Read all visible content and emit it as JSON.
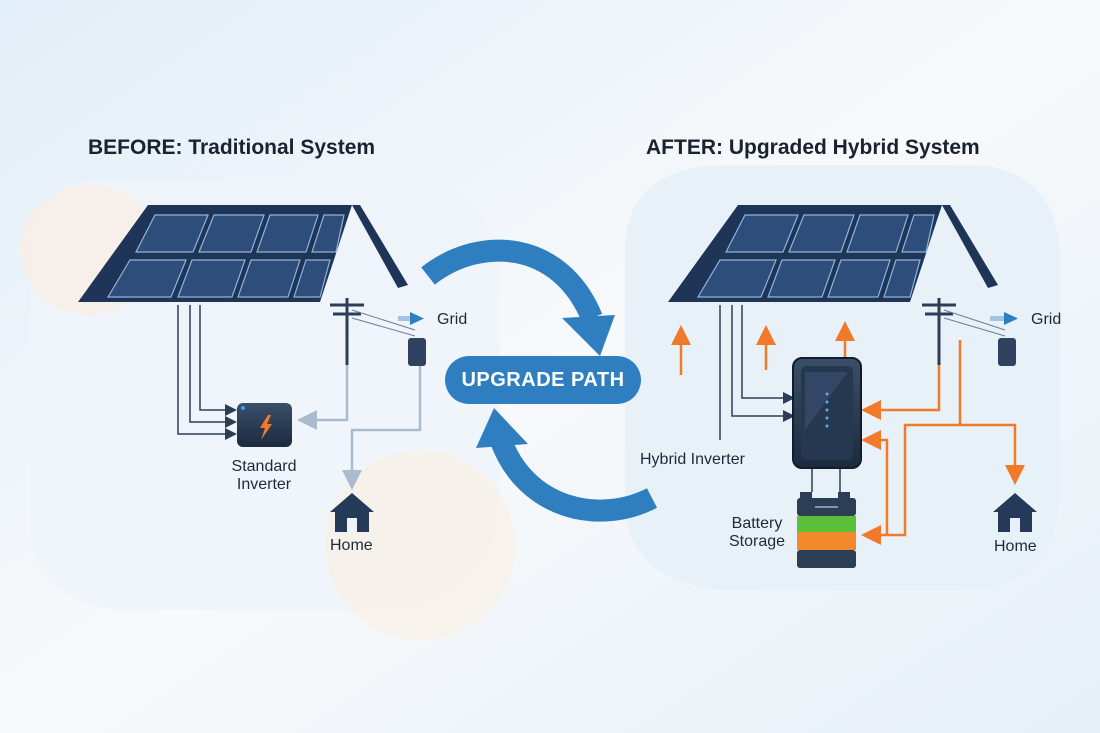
{
  "before": {
    "title": "BEFORE: Traditional System",
    "grid_label": "Grid",
    "inverter_label_line1": "Standard",
    "inverter_label_line2": "Inverter",
    "home_label": "Home"
  },
  "upgrade": {
    "label": "UPGRADE PATH"
  },
  "after": {
    "title": "AFTER: Upgraded Hybrid System",
    "grid_label": "Grid",
    "inverter_label": "Hybrid Inverter",
    "battery_label_line1": "Battery",
    "battery_label_line2": "Storage",
    "home_label": "Home"
  },
  "colors": {
    "panel_blue": "#1f3558",
    "flow_gray": "#9fb3c8",
    "flow_orange": "#f07a2a",
    "arrow_blue": "#2f7fc0",
    "grid_arrow": "#2f7fc0",
    "battery_green": "#5bbf3a",
    "battery_orange": "#f28a2c"
  }
}
